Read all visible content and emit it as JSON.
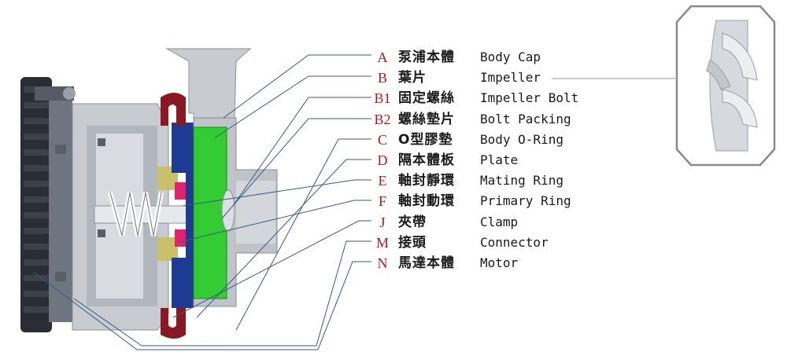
{
  "colors": {
    "code_red": "#b01919",
    "motor_dark": "#2a2d33",
    "housing_gray": "#c8ccd1",
    "impeller_green": "#33cc33",
    "body_blue": "#1f3a93",
    "clamp_red": "#8a1822",
    "leader_line": "#3a5a80"
  },
  "legend": [
    {
      "code": "A",
      "zh": "泵浦本體",
      "en": "Body Cap"
    },
    {
      "code": "B",
      "zh": "葉片",
      "en": "Impeller"
    },
    {
      "code": "B1",
      "zh": "固定螺絲",
      "en": "Impeller Bolt"
    },
    {
      "code": "B2",
      "zh": "螺絲墊片",
      "en": "Bolt Packing"
    },
    {
      "code": "C",
      "zh": "O型膠墊",
      "en": "Body O-Ring"
    },
    {
      "code": "D",
      "zh": "隔本體板",
      "en": "Plate"
    },
    {
      "code": "E",
      "zh": "軸封靜環",
      "en": "Mating Ring"
    },
    {
      "code": "F",
      "zh": "軸封動環",
      "en": "Primary Ring"
    },
    {
      "code": "J",
      "zh": "夾帶",
      "en": "Clamp"
    },
    {
      "code": "M",
      "zh": "接頭",
      "en": "Connector"
    },
    {
      "code": "N",
      "zh": "馬達本體",
      "en": "Motor"
    }
  ],
  "inset": {
    "icon": "impeller-detail-icon"
  }
}
